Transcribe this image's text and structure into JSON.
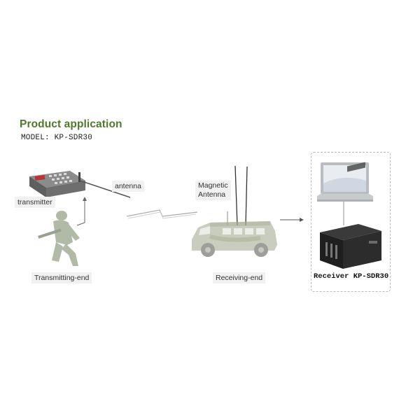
{
  "heading": {
    "title": "Product application",
    "model": "MODEL: KP-SDR30"
  },
  "labels": {
    "transmitter": "transmitter",
    "antenna": "antenna",
    "magnetic_antenna_line1": "Magnetic",
    "magnetic_antenna_line2": "Antenna",
    "transmitting_end": "Transmitting-end",
    "receiving_end": "Receiving-end",
    "receiver": "Receiver KP-SDR30"
  },
  "colors": {
    "title_green": "#4d7a2c",
    "label_bg": "#f1f1f1"
  }
}
